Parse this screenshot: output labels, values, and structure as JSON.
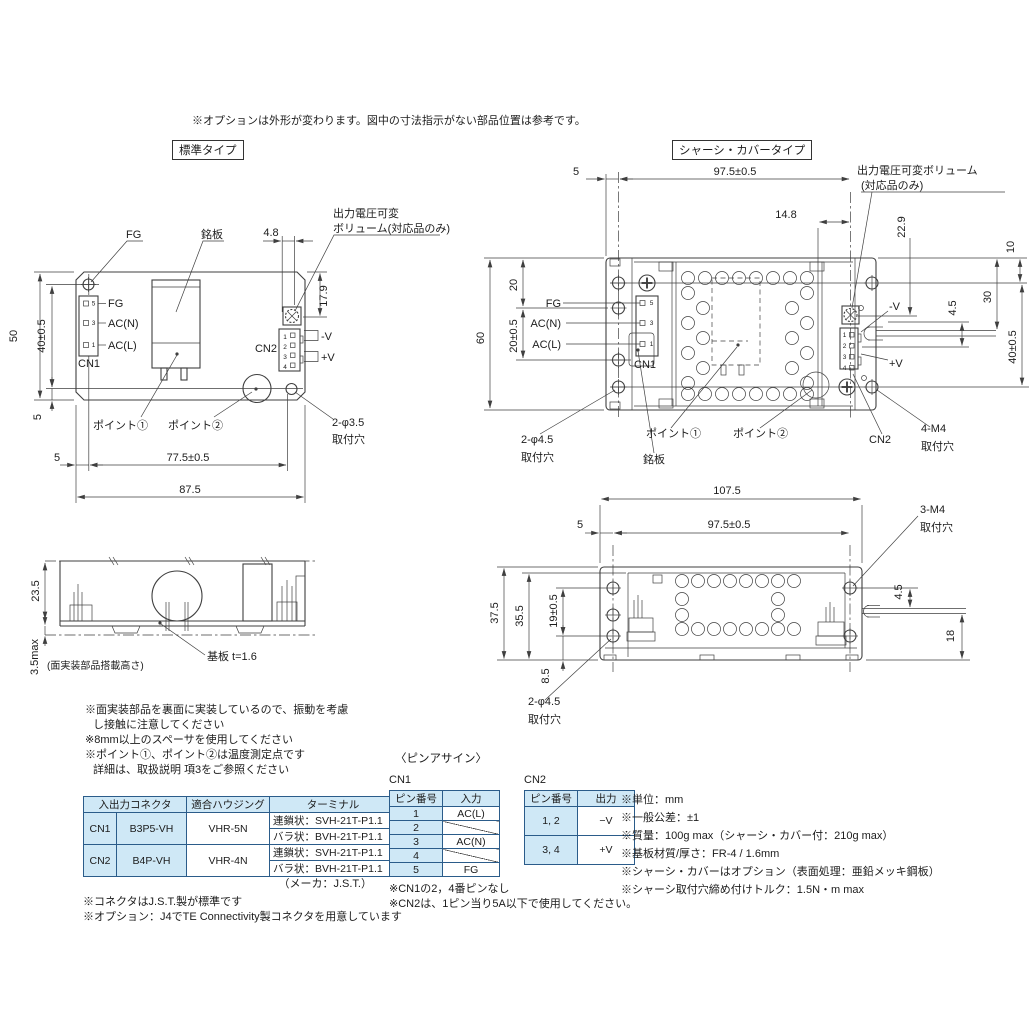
{
  "header": {
    "note": "※オプションは外形が変わります。図中の寸法指示がない部品位置は参考です。",
    "standard_label": "標準タイプ",
    "chassis_label": "シャーシ・カバータイプ"
  },
  "signals": {
    "fg": "FG",
    "ac_n": "AC(N)",
    "ac_l": "AC(L)",
    "v_minus": "-V",
    "v_plus": "+V",
    "cn1": "CN1",
    "cn2": "CN2"
  },
  "std_top": {
    "fg_callout": "FG",
    "nameplate_callout": "銘板",
    "volume_callout_1": "出力電圧可変",
    "volume_callout_2": "ボリューム(対応品のみ)",
    "pin5": "5",
    "pin3": "3",
    "pin1": "1",
    "cn2p1": "1",
    "cn2p2": "2",
    "cn2p3": "3",
    "cn2p4": "4",
    "point1": "ポイント①",
    "point2": "ポイント②",
    "hole_callout_1": "2-φ3.5",
    "hole_callout_2": "取付穴",
    "dims": {
      "d48": "4.8",
      "d179": "17.9",
      "d50": "50",
      "d40": "40±0.5",
      "d5l": "5",
      "d5b": "5",
      "d775": "77.5±0.5",
      "d875": "87.5"
    }
  },
  "std_side": {
    "d235": "23.5",
    "d35": "3.5max",
    "mount_note": "(面実装部品搭載高さ)",
    "pcb": "基板 t=1.6"
  },
  "chassis_top": {
    "volume_callout_1": "出力電圧可変ボリューム",
    "volume_callout_2": "(対応品のみ)",
    "pin5": "5",
    "pin3": "3",
    "pin1": "1",
    "cn2p1": "1",
    "cn2p2": "2",
    "cn2p3": "3",
    "cn2p4": "4",
    "point1": "ポイント①",
    "point2": "ポイント②",
    "nameplate": "銘板",
    "hole_callout_1": "2-φ4.5",
    "hole_callout_2": "取付穴",
    "m4_callout_1": "4-M4",
    "m4_callout_2": "取付穴",
    "dims": {
      "d5": "5",
      "d975": "97.5±0.5",
      "d148": "14.8",
      "d229": "22.9",
      "d10": "10",
      "d30": "30",
      "d45": "4.5",
      "d40": "40±0.5",
      "d60": "60",
      "d20": "20",
      "d205": "20±0.5"
    }
  },
  "chassis_side": {
    "m4_callout_1": "3-M4",
    "m4_callout_2": "取付穴",
    "hole_callout_1": "2-φ4.5",
    "hole_callout_2": "取付穴",
    "dims": {
      "d1075": "107.5",
      "d975": "97.5±0.5",
      "d5": "5",
      "d375": "37.5",
      "d355": "35.5",
      "d19": "19±0.5",
      "d85": "8.5",
      "d45": "4.5",
      "d18": "18"
    }
  },
  "notes_left": {
    "lines": [
      "※面実装部品を裏面に実装しているので、振動を考慮",
      "し接触に注意してください",
      "※8mm以上のスペーサを使用してください",
      "※ポイント①、ポイント②は温度測定点です",
      "詳細は、取扱説明 項3をご参照ください"
    ]
  },
  "connector_table": {
    "headers": {
      "io": "入出力コネクタ",
      "housing": "適合ハウジング",
      "terminal": "ターミナル"
    },
    "rows": [
      {
        "name": "CN1",
        "part": "B3P5-VH",
        "housing": "VHR-5N",
        "terminal_chain": "連鎖状：SVH-21T-P1.1",
        "terminal_loose": "バラ状：BVH-21T-P1.1"
      },
      {
        "name": "CN2",
        "part": "B4P-VH",
        "housing": "VHR-4N",
        "terminal_chain": "連鎖状：SVH-21T-P1.1",
        "terminal_loose": "バラ状：BVH-21T-P1.1"
      }
    ],
    "maker": "（メーカ：J.S.T.）",
    "notes": [
      "※コネクタはJ.S.T.製が標準です",
      "※オプション：J4でTE Connectivity製コネクタを用意しています"
    ]
  },
  "pin_assign": {
    "title": "〈ピンアサイン〉",
    "cn1": {
      "label": "CN1",
      "col_pin": "ピン番号",
      "col_val": "入力",
      "rows": [
        {
          "pin": "1",
          "val": "AC(L)"
        },
        {
          "pin": "2",
          "val": ""
        },
        {
          "pin": "3",
          "val": "AC(N)"
        },
        {
          "pin": "4",
          "val": ""
        },
        {
          "pin": "5",
          "val": "FG"
        }
      ]
    },
    "cn2": {
      "label": "CN2",
      "col_pin": "ピン番号",
      "col_val": "出力",
      "rows": [
        {
          "pin": "1, 2",
          "val": "−V"
        },
        {
          "pin": "3, 4",
          "val": "+V"
        }
      ]
    },
    "notes": [
      "※CN1の2，4番ピンなし",
      "※CN2は、1ピン当り5A以下で使用してください。"
    ]
  },
  "notes_right": {
    "lines": [
      "※単位：mm",
      "※一般公差：±1",
      "※質量：100g max（シャーシ・カバー付：210g max）",
      "※基板材質/厚さ：FR-4 / 1.6mm",
      "※シャーシ・カバーはオプション（表面処理：亜鉛メッキ鋼板）",
      "※シャーシ取付穴締め付けトルク：1.5N・m max"
    ]
  },
  "colors": {
    "line": "#3f3f3f",
    "table_border": "#2b5c8a",
    "table_header_bg": "#cfe8f6"
  }
}
